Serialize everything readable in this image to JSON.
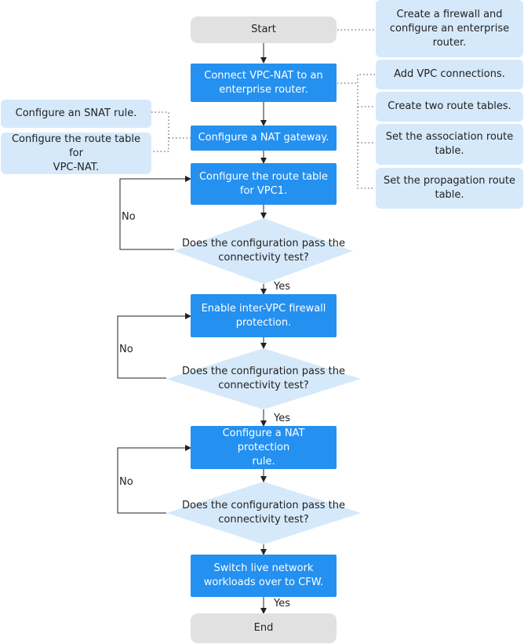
{
  "start": "Start",
  "end": "End",
  "steps": {
    "connect": "Connect VPC-NAT to an\nenterprise router.",
    "nat_gateway": "Configure a NAT gateway.",
    "vpc1_route": "Configure the route table\nfor VPC1.",
    "inter_vpc": "Enable inter-VPC firewall\nprotection.",
    "nat_rule": "Configure a NAT protection\nrule.",
    "switch": "Switch live network\nworkloads over to CFW."
  },
  "decision": "Does the configuration pass the\nconnectivity test?",
  "labels": {
    "yes": "Yes",
    "no": "No"
  },
  "notes": {
    "firewall": "Create a firewall and\nconfigure an enterprise\nrouter.",
    "vpc_connections": "Add VPC connections.",
    "route_tables": "Create two route tables.",
    "association": "Set the association route\ntable.",
    "propagation": "Set the propagation route\ntable.",
    "snat": "Configure an SNAT rule.",
    "vpcnat_route": "Configure the route table for\nVPC-NAT."
  }
}
